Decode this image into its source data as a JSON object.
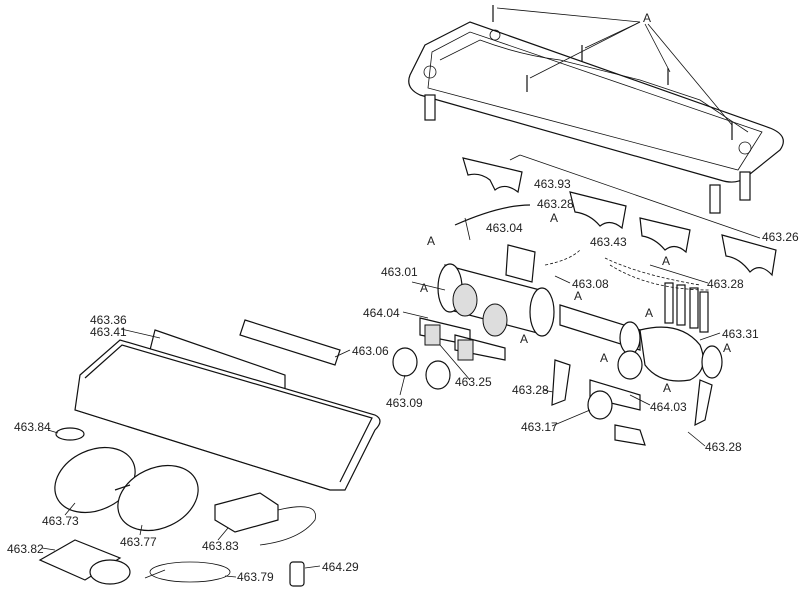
{
  "callouts": {
    "a": "A",
    "p463_93": "463.93",
    "p463_28": "463.28",
    "p463_04": "463.04",
    "p463_43": "463.43",
    "p463_26": "463.26",
    "p463_01": "463.01",
    "p463_08": "463.08",
    "p464_04": "464.04",
    "p463_31": "463.31",
    "p463_36": "463.36",
    "p463_41": "463.41",
    "p463_06": "463.06",
    "p463_25": "463.25",
    "p463_09": "463.09",
    "p464_03": "464.03",
    "p463_17": "463.17",
    "p463_84": "463.84",
    "p463_73": "463.73",
    "p463_77": "463.77",
    "p463_83": "463.83",
    "p463_82": "463.82",
    "p463_79": "463.79",
    "p464_29": "464.29"
  }
}
